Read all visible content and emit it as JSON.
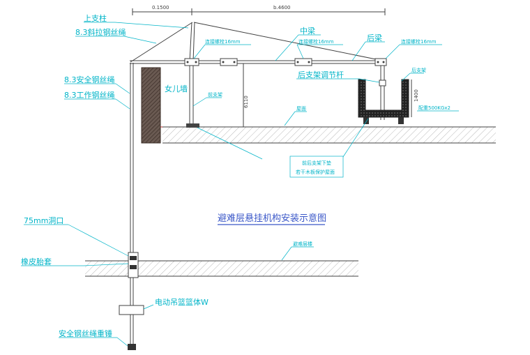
{
  "title": "避难层悬挂机构安装示意图",
  "dims": {
    "top_left": "0.1500",
    "top_right": "b.4600",
    "height": "6110",
    "counterweight_height": "1400"
  },
  "labels": {
    "upper_post": "上支柱",
    "diag_rope": "8.3斜拉钢丝绳",
    "middle_beam": "中梁",
    "rear_beam": "后梁",
    "bolt_a": "连接螺栓16mm",
    "bolt_b": "连接螺栓16mm",
    "bolt_c": "连接螺栓16mm",
    "rear_adjust": "后支架调节杆",
    "safety_rope": "8.3安全钢丝绳",
    "work_rope": "8.3工作钢丝绳",
    "parapet": "女儿墙",
    "front_support": "前支架",
    "rear_support": "后支架",
    "floor": "屋面",
    "counterweight": "配重500KGx2",
    "note_line1": "前后支架下垫",
    "note_line2": "若干木板保护屋面",
    "hole": "75mm洞口",
    "rubber_sleeve": "橡皮胎套",
    "refuge_floor": "避难层楼",
    "gondola": "电动吊篮篮体W",
    "hammer": "安全钢丝绳重锤"
  }
}
